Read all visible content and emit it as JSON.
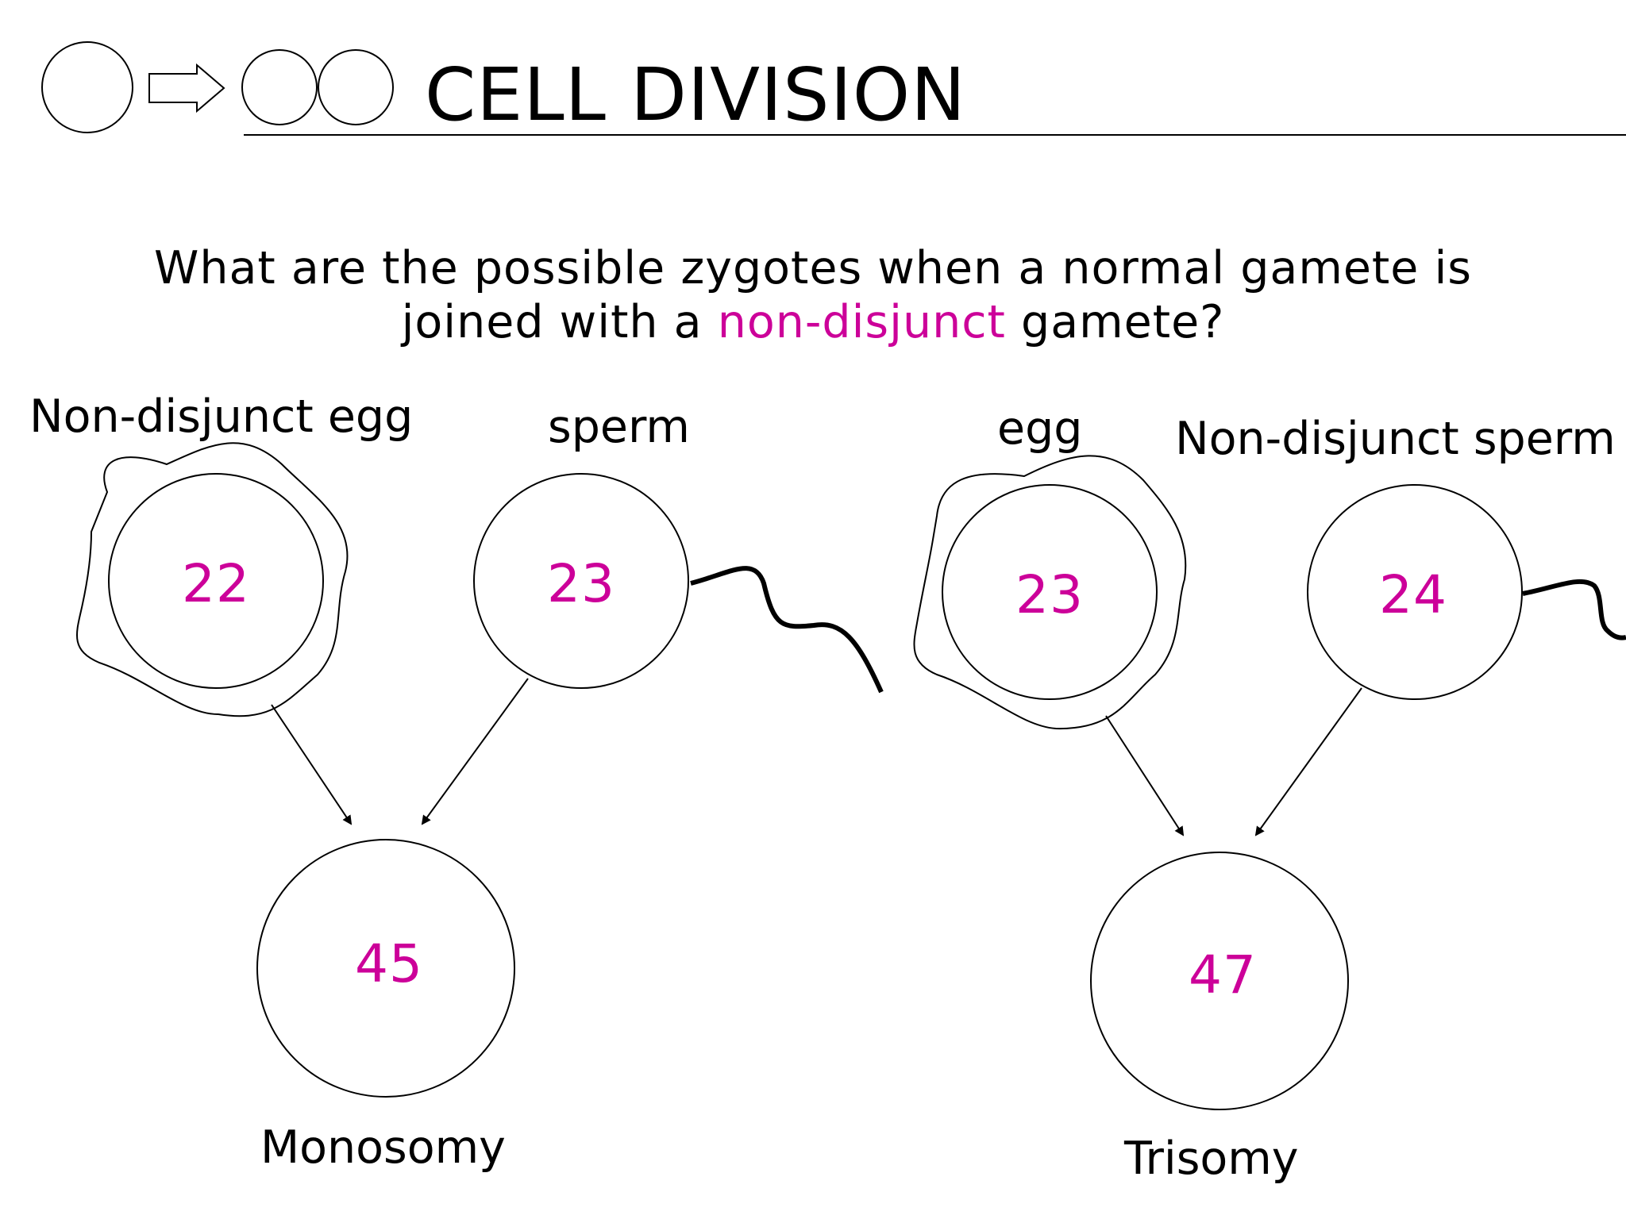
{
  "header": {
    "title": "CELL DIVISION"
  },
  "question": {
    "line1": "What are the possible zygotes when a normal gamete is",
    "line2_before": "joined with a ",
    "line2_highlight": "non-disjunct",
    "line2_after": " gamete?"
  },
  "left_scenario": {
    "egg_label": "Non-disjunct egg",
    "egg_count": "22",
    "sperm_label": "sperm",
    "sperm_count": "23",
    "zygote_count": "45",
    "result_label": "Monosomy"
  },
  "right_scenario": {
    "egg_label": "egg",
    "egg_count": "23",
    "sperm_label": "Non-disjunct sperm",
    "sperm_count": "24",
    "zygote_count": "47",
    "result_label": "Trisomy"
  },
  "colors": {
    "accent": "#cc0099",
    "ink": "#000000",
    "background": "#ffffff"
  },
  "icons": [
    "cell-icon",
    "arrow-right-icon",
    "two-cells-icon"
  ]
}
